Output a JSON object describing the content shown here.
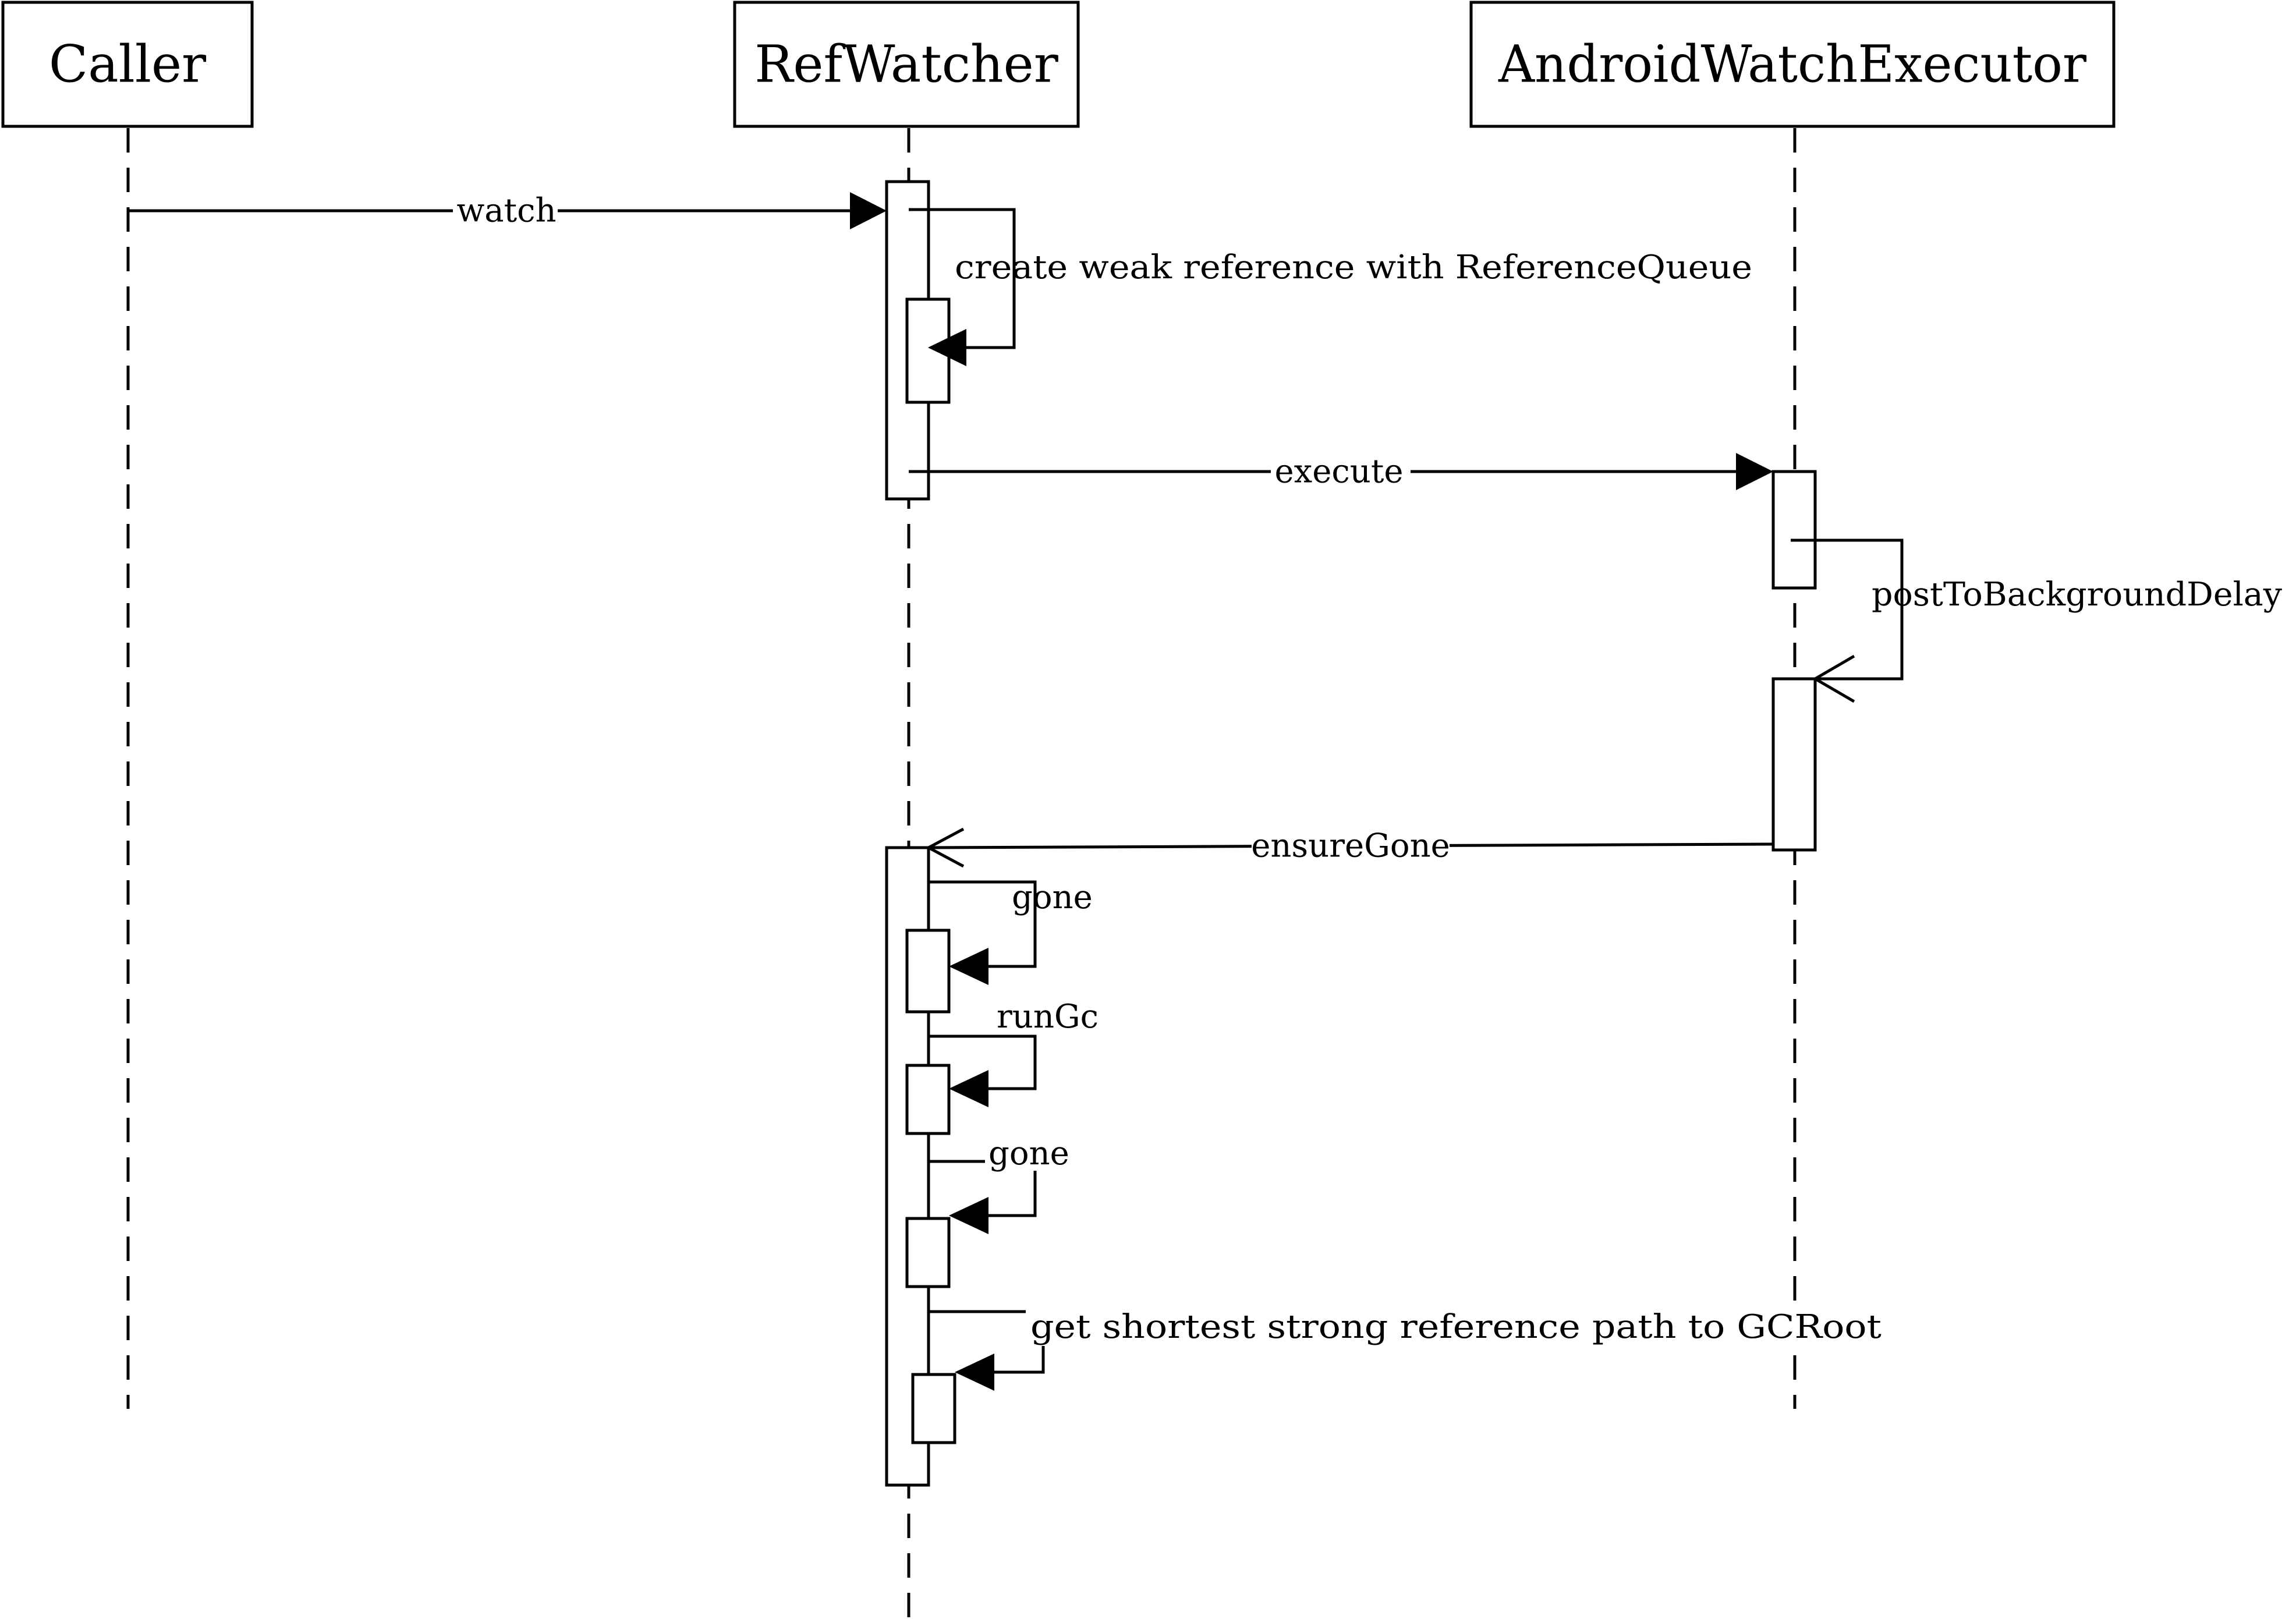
{
  "participants": [
    {
      "id": "caller",
      "name": "Caller"
    },
    {
      "id": "refwatcher",
      "name": "RefWatcher"
    },
    {
      "id": "executor",
      "name": "AndroidWatchExecutor"
    }
  ],
  "messages": [
    {
      "id": "watch",
      "label": "watch",
      "from": "caller",
      "to": "refwatcher",
      "arrow": "filled"
    },
    {
      "id": "create-weak-reference",
      "label": "create weak reference with ReferenceQueue",
      "from": "refwatcher",
      "to": "refwatcher",
      "arrow": "filled"
    },
    {
      "id": "execute",
      "label": "execute",
      "from": "refwatcher",
      "to": "executor",
      "arrow": "filled"
    },
    {
      "id": "post-to-background-delay",
      "label": "postToBackgroundDelay",
      "from": "executor",
      "to": "executor",
      "arrow": "open"
    },
    {
      "id": "ensure-gone",
      "label": "ensureGone",
      "from": "executor",
      "to": "refwatcher",
      "arrow": "open"
    },
    {
      "id": "gone-1",
      "label": "gone",
      "from": "refwatcher",
      "to": "refwatcher",
      "arrow": "filled"
    },
    {
      "id": "run-gc",
      "label": "runGc",
      "from": "refwatcher",
      "to": "refwatcher",
      "arrow": "filled"
    },
    {
      "id": "gone-2",
      "label": "gone",
      "from": "refwatcher",
      "to": "refwatcher",
      "arrow": "filled"
    },
    {
      "id": "get-shortest-path",
      "label": "get shortest strong reference path to GCRoot",
      "from": "refwatcher",
      "to": "refwatcher",
      "arrow": "filled"
    }
  ]
}
